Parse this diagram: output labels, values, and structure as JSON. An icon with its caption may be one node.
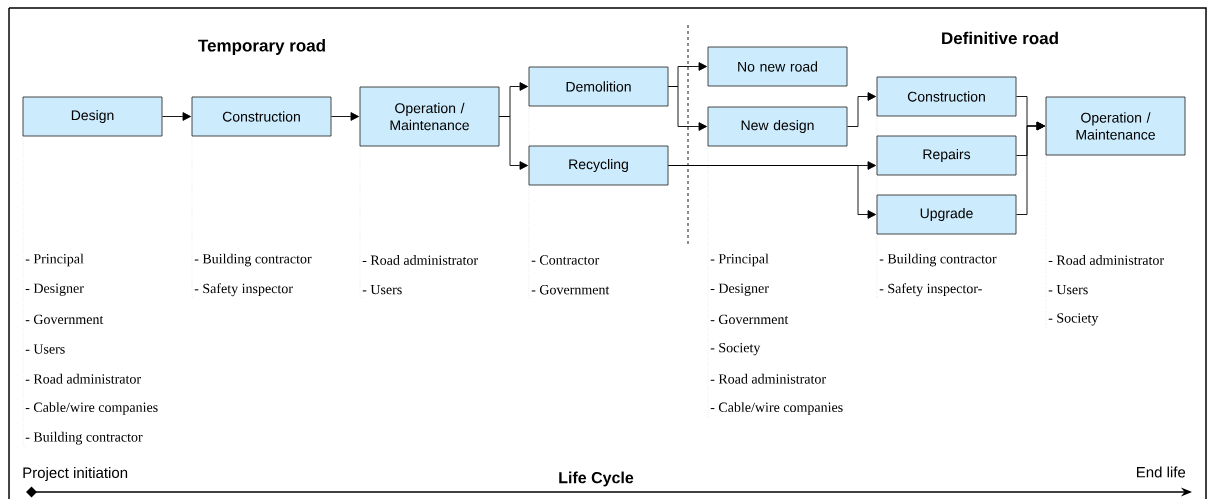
{
  "diagram": {
    "nodes": [
      {
        "text": [
          "Design"
        ],
        "beside": [
          "- Principal",
          "- Designer",
          "- Government",
          "- Users",
          "- Road administrator",
          "- Cable/wire companies",
          "- Building contractor"
        ]
      },
      {
        "text": [
          "Construction"
        ],
        "beside": [
          "- Building contractor",
          "- Safety inspector"
        ]
      },
      {
        "text": [
          "Operation / Maintenance"
        ],
        "beside": [
          "- Road administrator",
          "- Users"
        ]
      },
      {
        "text": [
          "Demolition"
        ],
        "beside": [
          "- Contractor",
          "- Government"
        ]
      },
      {
        "text": [
          "Recycling"
        ]
      },
      {
        "text": [
          "No new road"
        ]
      },
      {
        "text": [
          "New design"
        ],
        "beside": [
          "- Principal",
          "- Designer",
          "- Government",
          "- Society",
          "- Road administrator",
          "- Cable/wire companies"
        ]
      },
      {
        "text": [
          "Construction"
        ],
        "beside": [
          "- Building contractor",
          "- Safety inspector-"
        ]
      },
      {
        "text": [
          "Repairs"
        ]
      },
      {
        "text": [
          "Upgrade"
        ]
      },
      {
        "text": [
          "Operation / Maintenance"
        ],
        "beside": [
          "- Road administrator",
          "- Users",
          "- Society"
        ]
      }
    ],
    "edges": [
      {
        "from": 0,
        "to": 1,
        "arrow": "to"
      },
      {
        "from": 1,
        "to": 2,
        "arrow": "to"
      },
      {
        "from": 2,
        "to": 3,
        "arrow": "to"
      },
      {
        "from": 2,
        "to": 4,
        "arrow": "to"
      },
      {
        "from": 3,
        "to": 5,
        "arrow": "to"
      },
      {
        "from": 3,
        "to": 6,
        "arrow": "to"
      },
      {
        "from": 6,
        "to": 7,
        "arrow": "to"
      },
      {
        "from": 4,
        "to": 8,
        "arrow": "to"
      },
      {
        "from": 4,
        "to": 9,
        "arrow": "to"
      },
      {
        "from": 7,
        "to": 10,
        "arrow": "to"
      },
      {
        "from": 8,
        "to": 10,
        "arrow": "to"
      },
      {
        "from": 9,
        "to": 10,
        "arrow": "to"
      }
    ],
    "labels": [
      "Temporary road",
      "Definitive road",
      "Project initiation",
      "Life Cycle",
      "End life"
    ]
  }
}
